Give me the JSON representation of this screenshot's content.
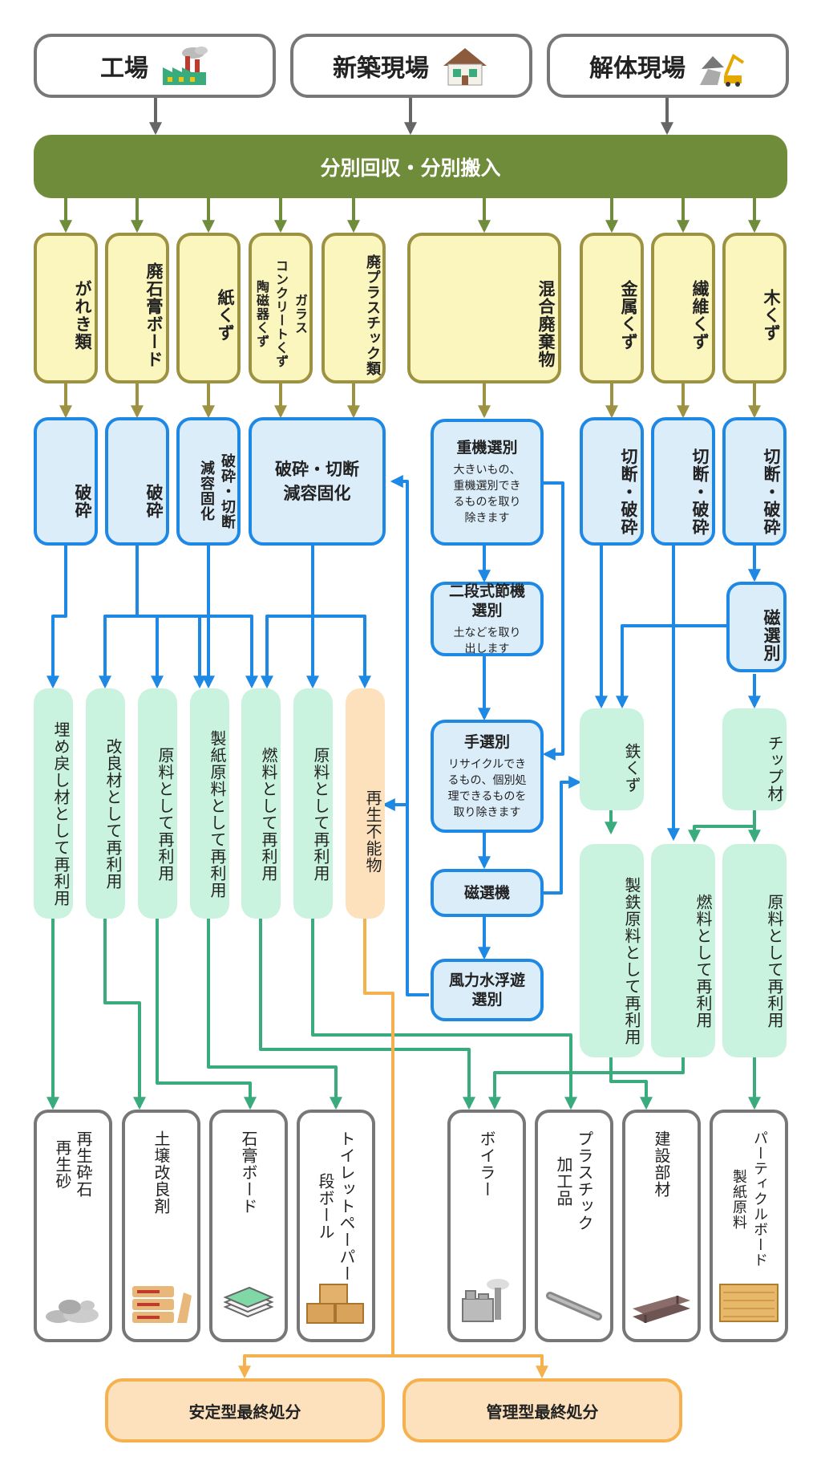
{
  "sources": [
    {
      "label": "工場",
      "icon": "factory-icon"
    },
    {
      "label": "新築現場",
      "icon": "house-icon"
    },
    {
      "label": "解体現場",
      "icon": "demolition-icon"
    }
  ],
  "collection_bar": "分別回収・分別搬入",
  "categories": [
    "がれき類",
    "廃石膏ボード",
    "紙くず",
    "ガラス\nコンクリートくず\n陶磁器くず",
    "廃プラスチック類",
    "混合廃棄物",
    "金属くず",
    "繊維くず",
    "木くず"
  ],
  "processes": {
    "crush1": "破砕",
    "crush2": "破砕",
    "crush_cut_small": "破砕・切断\n減容固化",
    "crush_cut_large": "破砕・切断\n減容固化",
    "cut_crush1": "切断・破砕",
    "cut_crush2": "切断・破砕",
    "cut_crush3": "切断・破砕",
    "magnetic_vertical": "磁選別"
  },
  "mixed_steps": [
    {
      "title": "重機選別",
      "sub": "大きいもの、\n重機選別でき\nるものを取り\n除きます"
    },
    {
      "title": "二段式節機\n選別",
      "sub": "土などを取り\n出します"
    },
    {
      "title": "手選別",
      "sub": "リサイクルでき\nるもの、個別処\n理できるものを\n取り除きます"
    },
    {
      "title": "磁選機",
      "sub": ""
    },
    {
      "title": "風力水浮遊\n選別",
      "sub": ""
    }
  ],
  "reuse_left": [
    "埋め戻し材として再利用",
    "改良材として再利用",
    "原料として再利用",
    "製紙原料として再利用",
    "燃料として再利用",
    "原料として再利用"
  ],
  "non_reusable": "再生不能物",
  "intermediates": {
    "iron_scrap": "鉄くず",
    "chip": "チップ材"
  },
  "reuse_right": [
    "製鉄原料として再利用",
    "燃料として再利用",
    "原料として再利用"
  ],
  "products": [
    {
      "label": "再生砕石\n再生砂",
      "icon": "crushed-stone-icon"
    },
    {
      "label": "土壌改良剤",
      "icon": "cement-bags-icon"
    },
    {
      "label": "石膏ボード",
      "icon": "gypsum-board-icon"
    },
    {
      "label": "トイレットペーパー\n段ボール",
      "icon": "cardboard-box-icon"
    },
    {
      "label": "ボイラー",
      "icon": "boiler-plant-icon"
    },
    {
      "label": "プラスチック\n加工品",
      "icon": "plastic-pipe-icon"
    },
    {
      "label": "建設部材",
      "icon": "steel-beam-icon"
    },
    {
      "label": "パーティクルボード\n製紙原料",
      "icon": "particle-board-icon"
    }
  ],
  "final_disposal": [
    "安定型最終処分",
    "管理型最終処分"
  ],
  "colors": {
    "collection": "#6f8c3b",
    "category_border": "#9c9242",
    "process_line": "#1e88e5",
    "reuse_line": "#3aab7c",
    "disposal_line": "#f5b14e",
    "source_line": "#666666"
  }
}
